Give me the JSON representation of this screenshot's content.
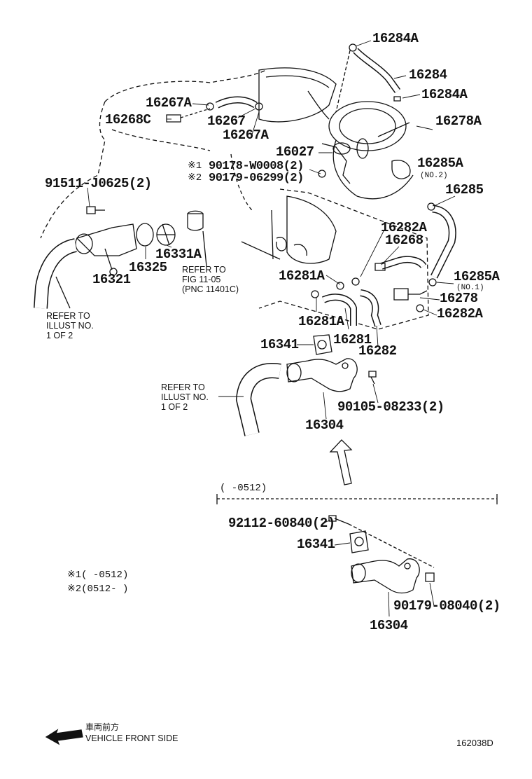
{
  "labels": {
    "p16284A": "16284A",
    "p16284": "16284",
    "p16284A_2": "16284A",
    "p16267A": "16267A",
    "p16268C": "16268C",
    "p16267": "16267",
    "p16267A_2": "16267A",
    "p16278A": "16278A",
    "p16027": "16027",
    "p16285A": "16285A",
    "no2": "(NO.2)",
    "p16285": "16285",
    "p91511": "91511-J0625(2)",
    "note1_mark": "※1",
    "p90178": "90178-W0008(2)",
    "note2_mark": "※2",
    "p90179a": "90179-06299(2)",
    "p16282A": "16282A",
    "p16268": "16268",
    "p16331A": "16331A",
    "p16325": "16325",
    "p16321": "16321",
    "refer_fig": "REFER TO\nFIG 11-05\n(PNC 11401C)",
    "p16281A": "16281A",
    "p16285A_2": "16285A",
    "no1": "(NO.1)",
    "p16278": "16278",
    "p16282A_2": "16282A",
    "refer_illust_1": "REFER TO\nILLUST NO.\n1 OF 2",
    "p16281A_2": "16281A",
    "p16281": "16281",
    "p16282": "16282",
    "p16341": "16341",
    "refer_illust_2": "REFER TO\nILLUST NO.\n1 OF 2",
    "p90105": "90105-08233(2)",
    "p16304": "16304",
    "range_bracket": "(      -0512)",
    "p92112": "92112-60840(2)",
    "p16341_2": "16341",
    "p90179b": "90179-08040(2)",
    "p16304_2": "16304",
    "footnote1": "※1(      -0512)",
    "footnote2": "※2(0512-      )",
    "front_jp": "車両前方",
    "front_en": "VEHICLE FRONT SIDE",
    "drawing_no": "162038D"
  }
}
